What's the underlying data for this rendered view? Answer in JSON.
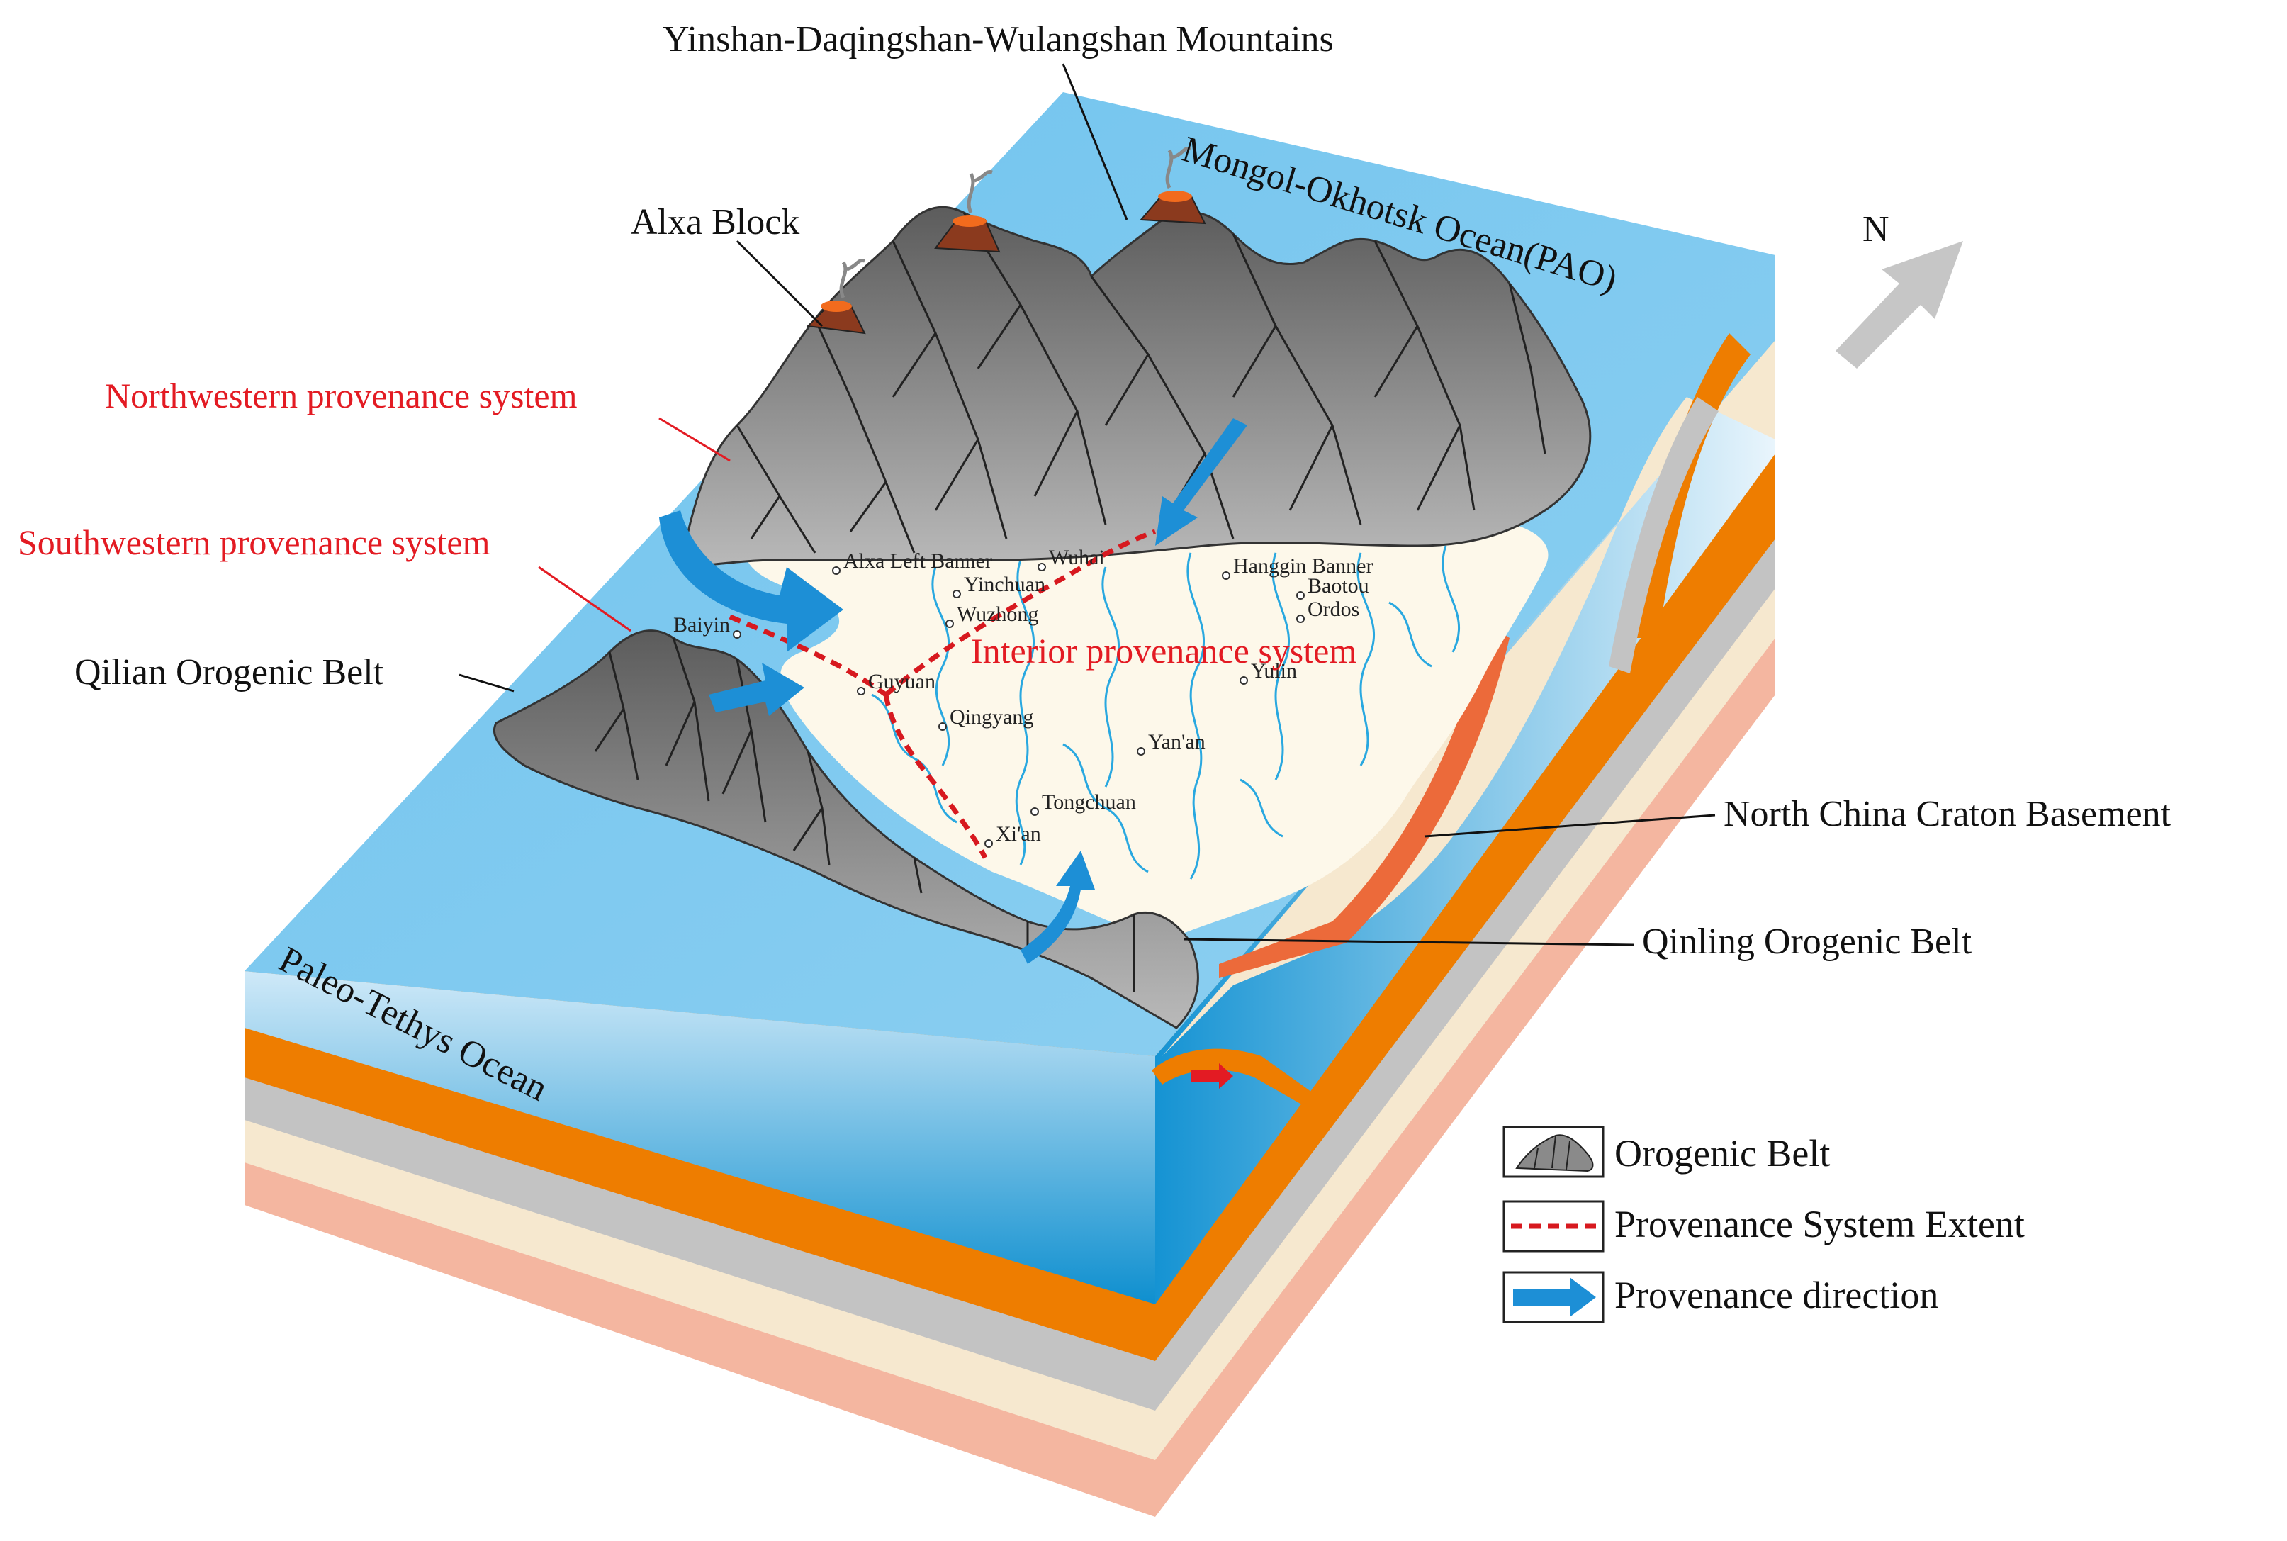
{
  "labels": {
    "yinshan": "Yinshan-Daqingshan-Wulangshan Mountains",
    "alxa_block": "Alxa Block",
    "mongol_ocean": "Mongol-Okhotsk Ocean(PAO)",
    "north": "N",
    "northwestern": "Northwestern provenance system",
    "southwestern": "Southwestern provenance system",
    "qilian": "Qilian Orogenic Belt",
    "interior": "Interior provenance system",
    "ncc_basement": "North China Craton Basement",
    "qinling": "Qinling Orogenic Belt",
    "paleo_tethys": "Paleo-Tethys Ocean"
  },
  "cities": [
    {
      "name": "Alxa Left Banner"
    },
    {
      "name": "Wuhai"
    },
    {
      "name": "Yinchuan"
    },
    {
      "name": "Hanggin Banner"
    },
    {
      "name": "Baotou"
    },
    {
      "name": "Ordos"
    },
    {
      "name": "Baiyin"
    },
    {
      "name": "Wuzhong"
    },
    {
      "name": "Guyuan"
    },
    {
      "name": "Yulin"
    },
    {
      "name": "Qingyang"
    },
    {
      "name": "Yan'an"
    },
    {
      "name": "Tongchuan"
    },
    {
      "name": "Xi'an"
    }
  ],
  "legend": {
    "items": [
      {
        "label": "Orogenic Belt"
      },
      {
        "label": "Provenance System Extent"
      },
      {
        "label": "Provenance direction"
      }
    ]
  },
  "colors": {
    "ocean_light": "#8ed0f0",
    "ocean_dark": "#1a9ad6",
    "mountain": "#8a8a8a",
    "basin": "#fdf8ea",
    "layer_orange": "#ee7d00",
    "layer_gray": "#c3c3c3",
    "layer_cream": "#f6e8cf",
    "layer_pink": "#f4b6a0",
    "river": "#29a8e0",
    "arrow": "#1d8fd6",
    "extent_line": "#d7191f",
    "label_red": "#e31b23"
  }
}
